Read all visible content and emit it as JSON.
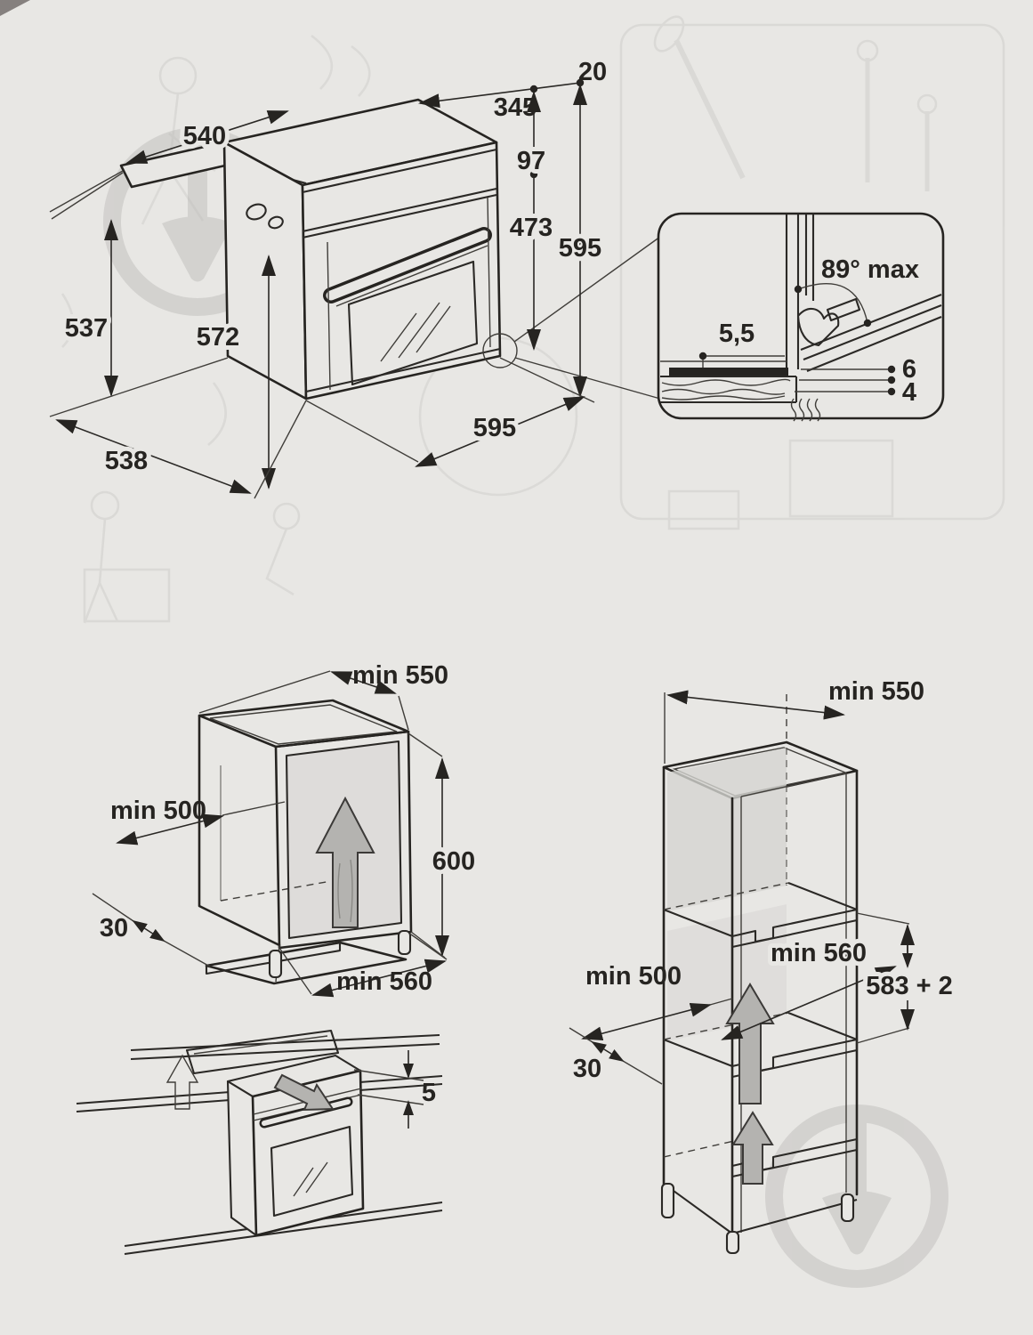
{
  "colors": {
    "background": "#e8e7e4",
    "ink": "#262421",
    "gray_arrow": "#b4b3b0",
    "interior_shade": "#d5d4d1",
    "watermark": "#bfbebb"
  },
  "oven_view": {
    "top_depth": "540",
    "top_width": "345",
    "overhang": "20",
    "panel_height": "97",
    "door_height": "473",
    "total_height": "595",
    "side_height": "537",
    "inner_height": "572",
    "bottom_depth": "538",
    "front_width": "595"
  },
  "door_detail": {
    "max_angle": "89° max",
    "front_gap": "5,5",
    "upper_gap": "6",
    "lower_gap": "4"
  },
  "base_niche": {
    "top_depth": "min 550",
    "inner_depth": "min 500",
    "rear_offset": "30",
    "height": "600",
    "width": "min 560"
  },
  "worktop_clearance": {
    "gap": "5"
  },
  "column_niche": {
    "top_depth": "min 550",
    "width": "min 560",
    "height": "583 + 2",
    "inner_depth": "min 500",
    "rear_offset": "30"
  }
}
